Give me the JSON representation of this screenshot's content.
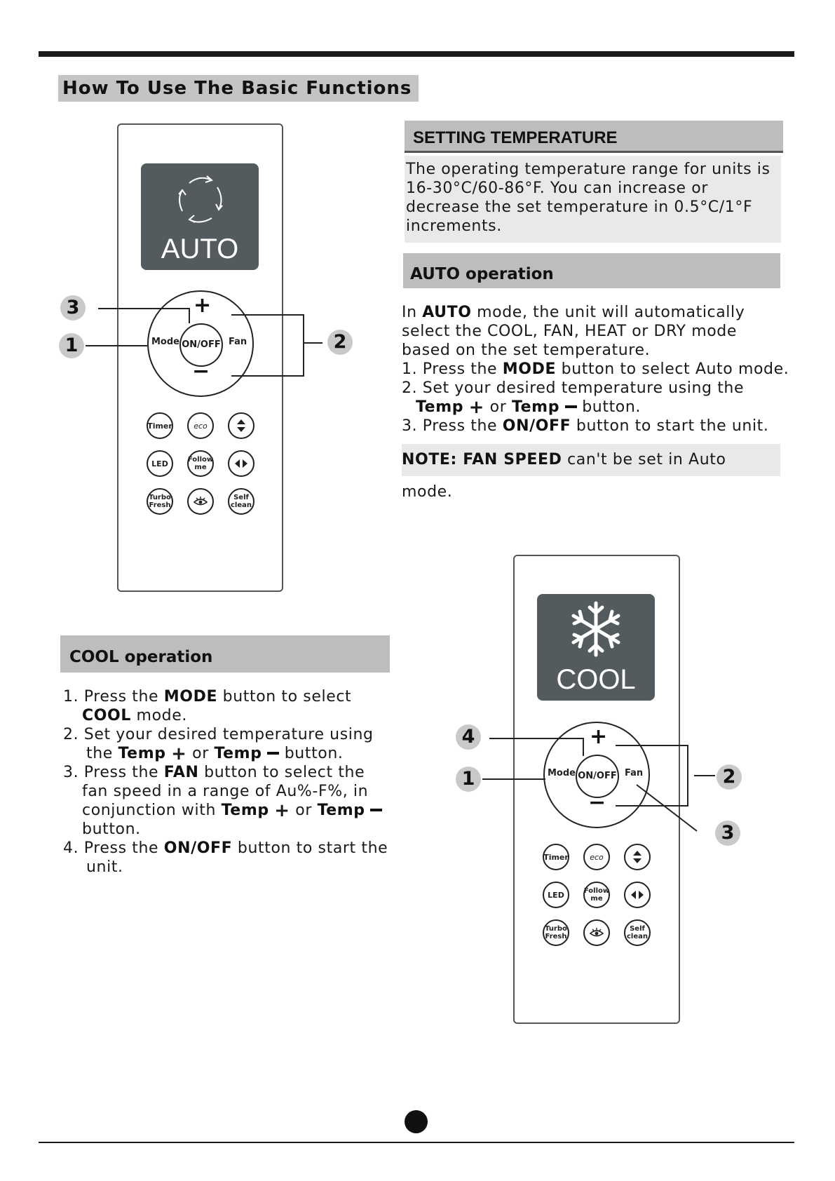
{
  "page": {
    "title": "How To Use The Basic Functions"
  },
  "setting_temperature": {
    "heading": "SETTING TEMPERATURE",
    "line1": "The operating temperature range for units is",
    "line2": "16-30°C/60-86°F. You can increase or",
    "line3": "decrease the set temperature in 0.5°C/1°F",
    "line4": "increments."
  },
  "auto_operation": {
    "heading": "AUTO operation",
    "p1_bold": "AUTO",
    "p1_pre": "In ",
    "p1_post": " mode, the unit will automatically",
    "p2": "select the  COOL, FAN, HEAT or DRY mode",
    "p3": "based on the set temperature.",
    "s1_pre": "1. Press the ",
    "s1_bold": "MODE",
    "s1_post": " button to select Auto mode.",
    "s2": "2. Set your desired temperature using the",
    "s2b_temp": "Temp",
    "s2b_or": " or ",
    "s2b_button": " button.",
    "s3_pre": "3. Press the  ",
    "s3_bold": "ON/OFF",
    "s3_post": " button to start the unit.",
    "note_bold": "NOTE: FAN SPEED",
    "note_post": " can't be set in Auto mode."
  },
  "cool_operation": {
    "heading": "COOL operation",
    "s1_pre": "1. Press the ",
    "s1_bold": "MODE",
    "s1_post": " button to select",
    "s1b_bold": "COOL",
    "s1b_post": " mode.",
    "s2": "2. Set your desired temperature using",
    "s2b_the": "the ",
    "s2b_temp": "Temp",
    "s2b_or": " or ",
    "s2b_button": " button.",
    "s3_pre": "3. Press the ",
    "s3_bold": "FAN",
    "s3_post": " button to select the",
    "s3b": "fan speed in a range of Au%-F%, in",
    "s3c_pre": "conjunction with ",
    "s3c_temp": "Temp",
    "s3c_or": " or ",
    "s3d": "button.",
    "s4_pre": "4. Press the ",
    "s4_bold": "ON/OFF",
    "s4_post": " button to start the",
    "s4b": "unit."
  },
  "remote_auto": {
    "screen_label": "AUTO",
    "plus": "+",
    "minus": "−",
    "mode": "Mode",
    "onoff": "ON/OFF",
    "fan": "Fan",
    "buttons": {
      "timer": "Timer",
      "eco": "eco",
      "led": "LED",
      "follow": "Follow me",
      "turbo": "Turbo Fresh",
      "self": "Self clean"
    },
    "callouts": {
      "c1": "1",
      "c2": "2",
      "c3": "3"
    }
  },
  "remote_cool": {
    "screen_label": "COOL",
    "plus": "+",
    "minus": "−",
    "mode": "Mode",
    "onoff": "ON/OFF",
    "fan": "Fan",
    "buttons": {
      "timer": "Timer",
      "eco": "eco",
      "led": "LED",
      "follow": "Follow me",
      "turbo": "Turbo Fresh",
      "self": "Self clean"
    },
    "callouts": {
      "c1": "1",
      "c2": "2",
      "c3": "3",
      "c4": "4"
    }
  }
}
